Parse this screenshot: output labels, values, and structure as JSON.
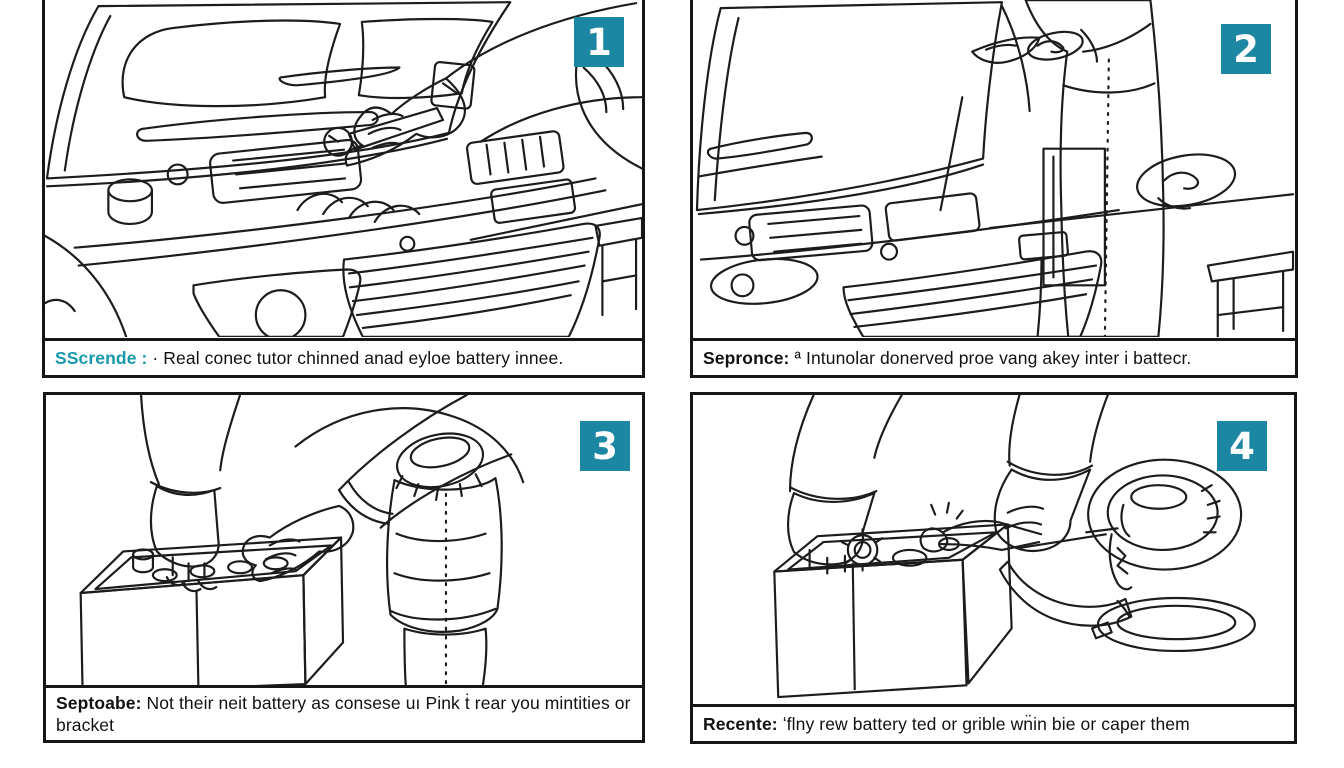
{
  "page": {
    "background": "#ffffff",
    "ink": "#1c1c1c",
    "border_color": "#161616",
    "badge_color": "#1b87a3",
    "badge_text_color": "#ffffff",
    "step1_label_color": "#1699ab"
  },
  "panels": [
    {
      "number": "1",
      "label": "SScrende :",
      "text": "· Real conec tutor chinned anad eyloe battery innee.",
      "illustration": "open car hood, mechanic arm holding wrench over engine bay, workbench at right"
    },
    {
      "number": "2",
      "label": "Sepronce:",
      "text": "ª Intunolar donerved proe vang akey inter i battecr.",
      "illustration": "car with raised hood, standing mechanic holding small part, cable from engine, workbench"
    },
    {
      "number": "3",
      "label": "Septoabe:",
      "text": "Not their neit battery as consese uı Pink ṫ rear you mintities or bracket",
      "illustration": "two hands lifting car battery, rolled sleeve with round cap at right"
    },
    {
      "number": "4",
      "label": "Recente:",
      "text": "ʻflny rew battery ted or grible wn̈in bie or caper them",
      "illustration": "hands attaching clamp pliers to battery terminal, ring part and drip pan at right"
    }
  ]
}
